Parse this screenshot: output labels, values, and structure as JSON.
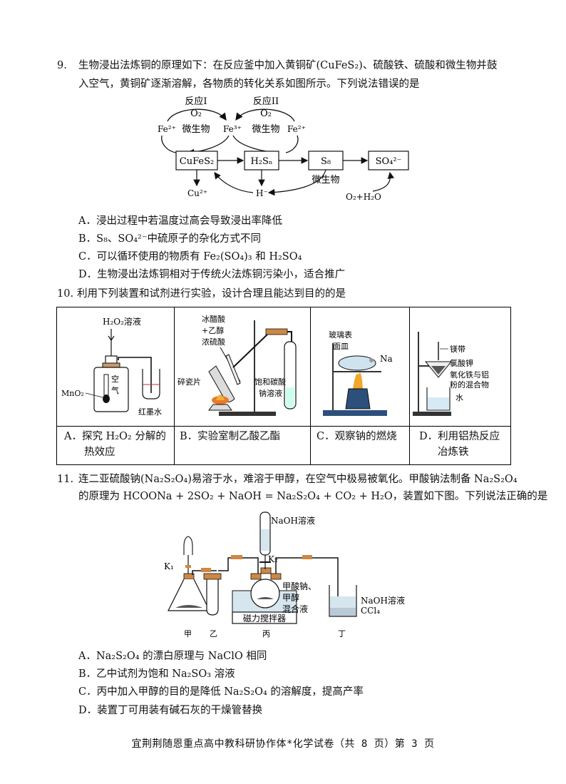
{
  "q9": {
    "num": "9.",
    "line1": "生物浸出法炼铜的原理如下：在反应釜中加入黄铜矿(CuFeS₂)、硫酸铁、硫酸和微生物并鼓",
    "line2": "入空气，黄铜矿逐渐溶解，各物质的转化关系如图所示。下列说法错误的是",
    "diagram": {
      "reaction1": "反应I",
      "reaction2": "反应II",
      "o2": "O₂",
      "microbe": "微生物",
      "fe2_left": "Fe²⁺",
      "fe3": "Fe³⁺",
      "fe2_right": "Fe²⁺",
      "cufes2": "CuFeS₂",
      "h2sn": "H₂Sₙ",
      "s8": "S₈",
      "so4": "SO₄²⁻",
      "cu2": "Cu²⁺",
      "hplus": "H⁻",
      "o2h2o": "O₂+H₂O"
    },
    "options": [
      "A．浸出过程中若温度过高会导致浸出率降低",
      "B．S₈、SO₄²⁻中硫原子的杂化方式不同",
      "C．可以循环使用的物质有 Fe₂(SO₄)₃ 和 H₂SO₄",
      "D．生物浸出法炼铜相对于传统火法炼铜污染小，适合推广"
    ]
  },
  "q10": {
    "num": "10.",
    "stem": "利用下列装置和试剂进行实验，设计合理且能达到目的的是",
    "figA": {
      "h2o2": "H₂O₂溶液",
      "mno2": "MnO₂",
      "air1": "空",
      "air2": "气",
      "water": "红墨水"
    },
    "figB": {
      "l1": "冰醋酸",
      "l2": "+乙醇",
      "l3": "浓硫酸",
      "chips": "碎瓷片",
      "sat1": "饱和碳酸",
      "sat2": "钠溶液"
    },
    "figC": {
      "g1": "玻璃表",
      "g2": "面皿",
      "na": "Na"
    },
    "figD": {
      "mg": "镁带",
      "kclo3": "氯酸钾",
      "mix1": "氧化铁与铝",
      "mix2": "粉的混合物",
      "water": "水"
    },
    "captions": {
      "a1": "A．探究 H₂O₂ 分解的",
      "a2": "热效应",
      "b": "B．实验室制乙酸乙酯",
      "c": "C．观察钠的燃烧",
      "d1": "D．利用铝热反应",
      "d2": "冶炼铁"
    }
  },
  "q11": {
    "num": "11.",
    "line1": "连二亚硫酸钠(Na₂S₂O₄)易溶于水，难溶于甲醇，在空气中极易被氧化。甲酸钠法制备 Na₂S₂O₄",
    "line2": "的原理为 HCOONa + 2SO₂ + NaOH = Na₂S₂O₄ + CO₂ + H₂O，装置如下图。下列说法正确的是",
    "figure": {
      "naoh_top": "NaOH溶液",
      "k1": "K₁",
      "k2": "K₂",
      "mix1": "甲酸钠、",
      "mix2": "甲醇",
      "mix3": "混合液",
      "naoh_right": "NaOH溶液",
      "ccl4": "CCl₄",
      "stirrer": "磁力搅拌器",
      "jia": "甲",
      "yi": "乙",
      "bing": "丙",
      "ding": "丁"
    },
    "options": [
      "A．Na₂S₂O₄ 的漂白原理与 NaClO 相同",
      "B．乙中试剂为饱和 Na₂SO₃ 溶液",
      "C．丙中加入甲醇的目的是降低 Na₂S₂O₄ 的溶解度，提高产率",
      "D．装置丁可用装有碱石灰的干燥管替换"
    ]
  },
  "footer": "宜荆荆随恩重点高中教科研协作体*化学试卷（共 8 页）第 3 页"
}
